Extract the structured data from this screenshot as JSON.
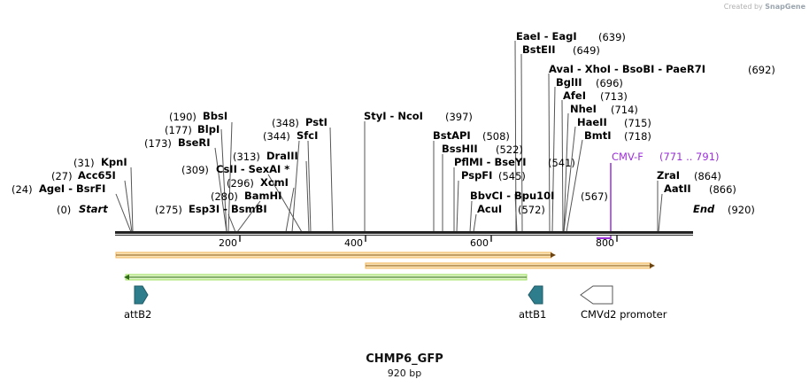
{
  "watermark": {
    "prefix": "Created by",
    "brand": "SnapGene"
  },
  "map": {
    "name": "CHMP6_GFP",
    "length_label": "920 bp",
    "length": 920,
    "ticks": [
      200,
      400,
      600,
      800
    ]
  },
  "enzymes": [
    {
      "pos_label": "(0)",
      "name": "Start",
      "special": true
    },
    {
      "pos_label": "(24)",
      "name": "AgeI  -  BsrFI"
    },
    {
      "pos_label": "(27)",
      "name": "Acc65I"
    },
    {
      "pos_label": "(31)",
      "name": "KpnI"
    },
    {
      "pos_label": "(173)",
      "name": "BseRI"
    },
    {
      "pos_label": "(177)",
      "name": "BlpI"
    },
    {
      "pos_label": "(190)",
      "name": "BbsI"
    },
    {
      "pos_label": "(275)",
      "name": "Esp3I  -  BsmBI"
    },
    {
      "pos_label": "(280)",
      "name": "BamHI"
    },
    {
      "pos_label": "(296)",
      "name": "XcmI"
    },
    {
      "pos_label": "(309)",
      "name": "CsII  -  SexAI *"
    },
    {
      "pos_label": "(313)",
      "name": "DraIII"
    },
    {
      "pos_label": "(344)",
      "name": "SfcI"
    },
    {
      "pos_label": "(348)",
      "name": "PstI"
    },
    {
      "pos_label": "(397)",
      "name": "StyI  -  NcoI"
    },
    {
      "pos_label": "(508)",
      "name": "BstAPI"
    },
    {
      "pos_label": "(522)",
      "name": "BssHII"
    },
    {
      "pos_label": "(541)",
      "name": "PflMI  -  BseYI"
    },
    {
      "pos_label": "(545)",
      "name": "PspFI"
    },
    {
      "pos_label": "(567)",
      "name": "BbvCI  -  Bpu10I"
    },
    {
      "pos_label": "(572)",
      "name": "AcuI"
    },
    {
      "pos_label": "(639)",
      "name": "EaeI  -  EagI"
    },
    {
      "pos_label": "(649)",
      "name": "BstEII"
    },
    {
      "pos_label": "(692)",
      "name": "AvaI  -  XhoI  -  BsoBI  -  PaeR7I"
    },
    {
      "pos_label": "(696)",
      "name": "BglII"
    },
    {
      "pos_label": "(713)",
      "name": "AfeI"
    },
    {
      "pos_label": "(714)",
      "name": "NheI"
    },
    {
      "pos_label": "(715)",
      "name": "HaeII"
    },
    {
      "pos_label": "(718)",
      "name": "BmtI"
    },
    {
      "pos_label": "(864)",
      "name": "ZraI"
    },
    {
      "pos_label": "(866)",
      "name": "AatII"
    },
    {
      "pos_label": "(920)",
      "name": "End",
      "special": true
    }
  ],
  "primer": {
    "name": "CMV-F",
    "range_label": "(771 .. 791)",
    "color": "#9b30d9"
  },
  "features": [
    {
      "name": "attB2",
      "color": "#2e7d8c"
    },
    {
      "name": "attB1",
      "color": "#2e7d8c"
    },
    {
      "name": "CMVd2 promoter",
      "color": "#ffffff"
    }
  ],
  "colors": {
    "orf_orange": "#f7a540",
    "orf_green": "#9be05a",
    "backbone": "#222222",
    "leader": "#555555"
  }
}
